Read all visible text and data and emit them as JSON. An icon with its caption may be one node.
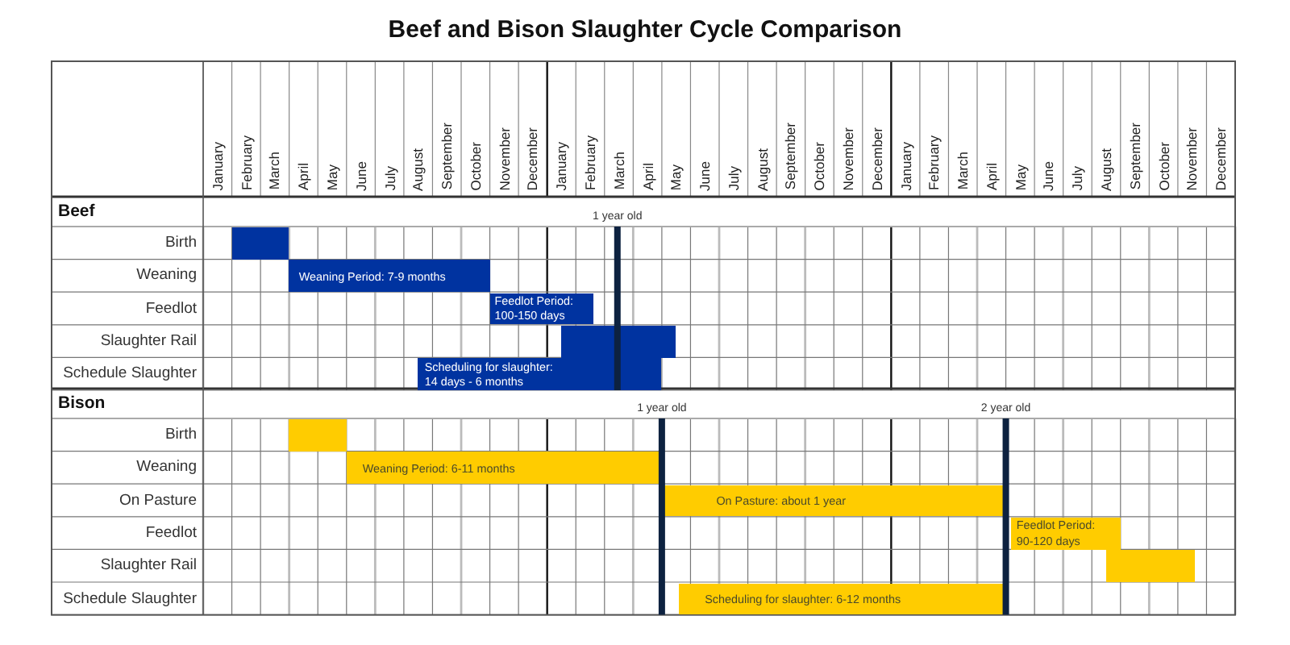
{
  "diagram": {
    "title": "Beef and Bison Slaughter Cycle Comparison",
    "nodes": [
      {
        "text": [],
        "shape": "bar"
      },
      {
        "text": [
          "Weaning Period: 7-9 months"
        ]
      },
      {
        "text": [
          "Feedlot Period: 100-150 days"
        ]
      },
      {
        "text": [],
        "shape": "bar"
      },
      {
        "text": [
          "Scheduling for slaughter: 14 days - 6 months"
        ]
      },
      {
        "text": [],
        "shape": "bar"
      },
      {
        "text": [
          "Weaning Period: 6-11 months"
        ]
      },
      {
        "text": [
          "On Pasture: about 1 year"
        ]
      },
      {
        "text": [
          "Feedlot Period: 90-120 days"
        ]
      },
      {
        "text": [],
        "shape": "bar"
      },
      {
        "text": [
          "Scheduling for slaughter: 6-12 months"
        ]
      }
    ],
    "labels": [
      "January",
      "February",
      "March",
      "April",
      "May",
      "June",
      "July",
      "August",
      "September",
      "October",
      "November",
      "December",
      "January",
      "February",
      "March",
      "April",
      "May",
      "June",
      "July",
      "August",
      "September",
      "October",
      "November",
      "December",
      "January",
      "February",
      "March",
      "April",
      "May",
      "June",
      "July",
      "August",
      "September",
      "October",
      "November",
      "December",
      "Beef",
      "1 year old",
      "Birth",
      "Weaning",
      "Feedlot",
      "Slaughter Rail",
      "Schedule Slaughter",
      "Bison",
      "1 year old",
      "2 year old",
      "Birth",
      "Weaning",
      "On Pasture",
      "Feedlot",
      "Slaughter Rail",
      "Schedule Slaughter"
    ]
  }
}
